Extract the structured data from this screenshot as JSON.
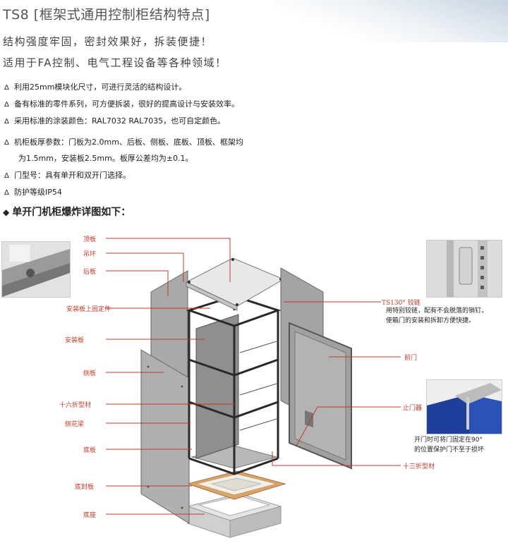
{
  "title": "TS8  [框架式通用控制柜结构特点]",
  "intro": [
    "结构强度牢固，密封效果好，拆装便捷！",
    "适用于FA控制、电气工程设备等各种领域！"
  ],
  "bullet_symbol": "Δ",
  "features": [
    {
      "text": "利用25mm模块化尺寸，可进行灵活的结构设计。"
    },
    {
      "text": "备有标准的零件系列，可方便拆装，很好的提高设计与安装效率。"
    },
    {
      "text": "采用标准的涂装颜色：RAL7032 RAL7035，也可自定颜色。"
    },
    {
      "text": "机柜板厚参数：门板为2.0mm、后板、侧板、底板、顶板、框架均",
      "continuation": "为1.5mm，安装板2.5mm。板厚公差均为±0.1。"
    },
    {
      "text": "门型号：具有单开和双开门选择。"
    },
    {
      "text": "防护等级IP54"
    }
  ],
  "section_heading": {
    "symbol": "◆",
    "text": "单开门机柜爆炸详图如下："
  },
  "diagram": {
    "left_labels": [
      "顶板",
      "吊环",
      "后板",
      "安装板上固定件",
      "安装板",
      "侧板",
      "十六折型材",
      "侧花梁",
      "底板",
      "底封板",
      "底座"
    ],
    "right_labels": {
      "hinge": "TS130° 铰链",
      "hinge_note": [
        "用特别铰链，配有不会脱落的销钉，",
        "使箱门的安装和拆卸方便快捷。"
      ],
      "front_door": "前门",
      "door_stop": "止门器",
      "door_stop_note": [
        "开门时可将门固定在90°",
        "的位置保护门不至于损坏"
      ],
      "profile13": "十三折型材"
    }
  },
  "colors": {
    "callout": "#c0392b",
    "panel": "#a9a9a9",
    "frame": "#2a2a2a",
    "accent_blue": "#1f3f9a"
  }
}
